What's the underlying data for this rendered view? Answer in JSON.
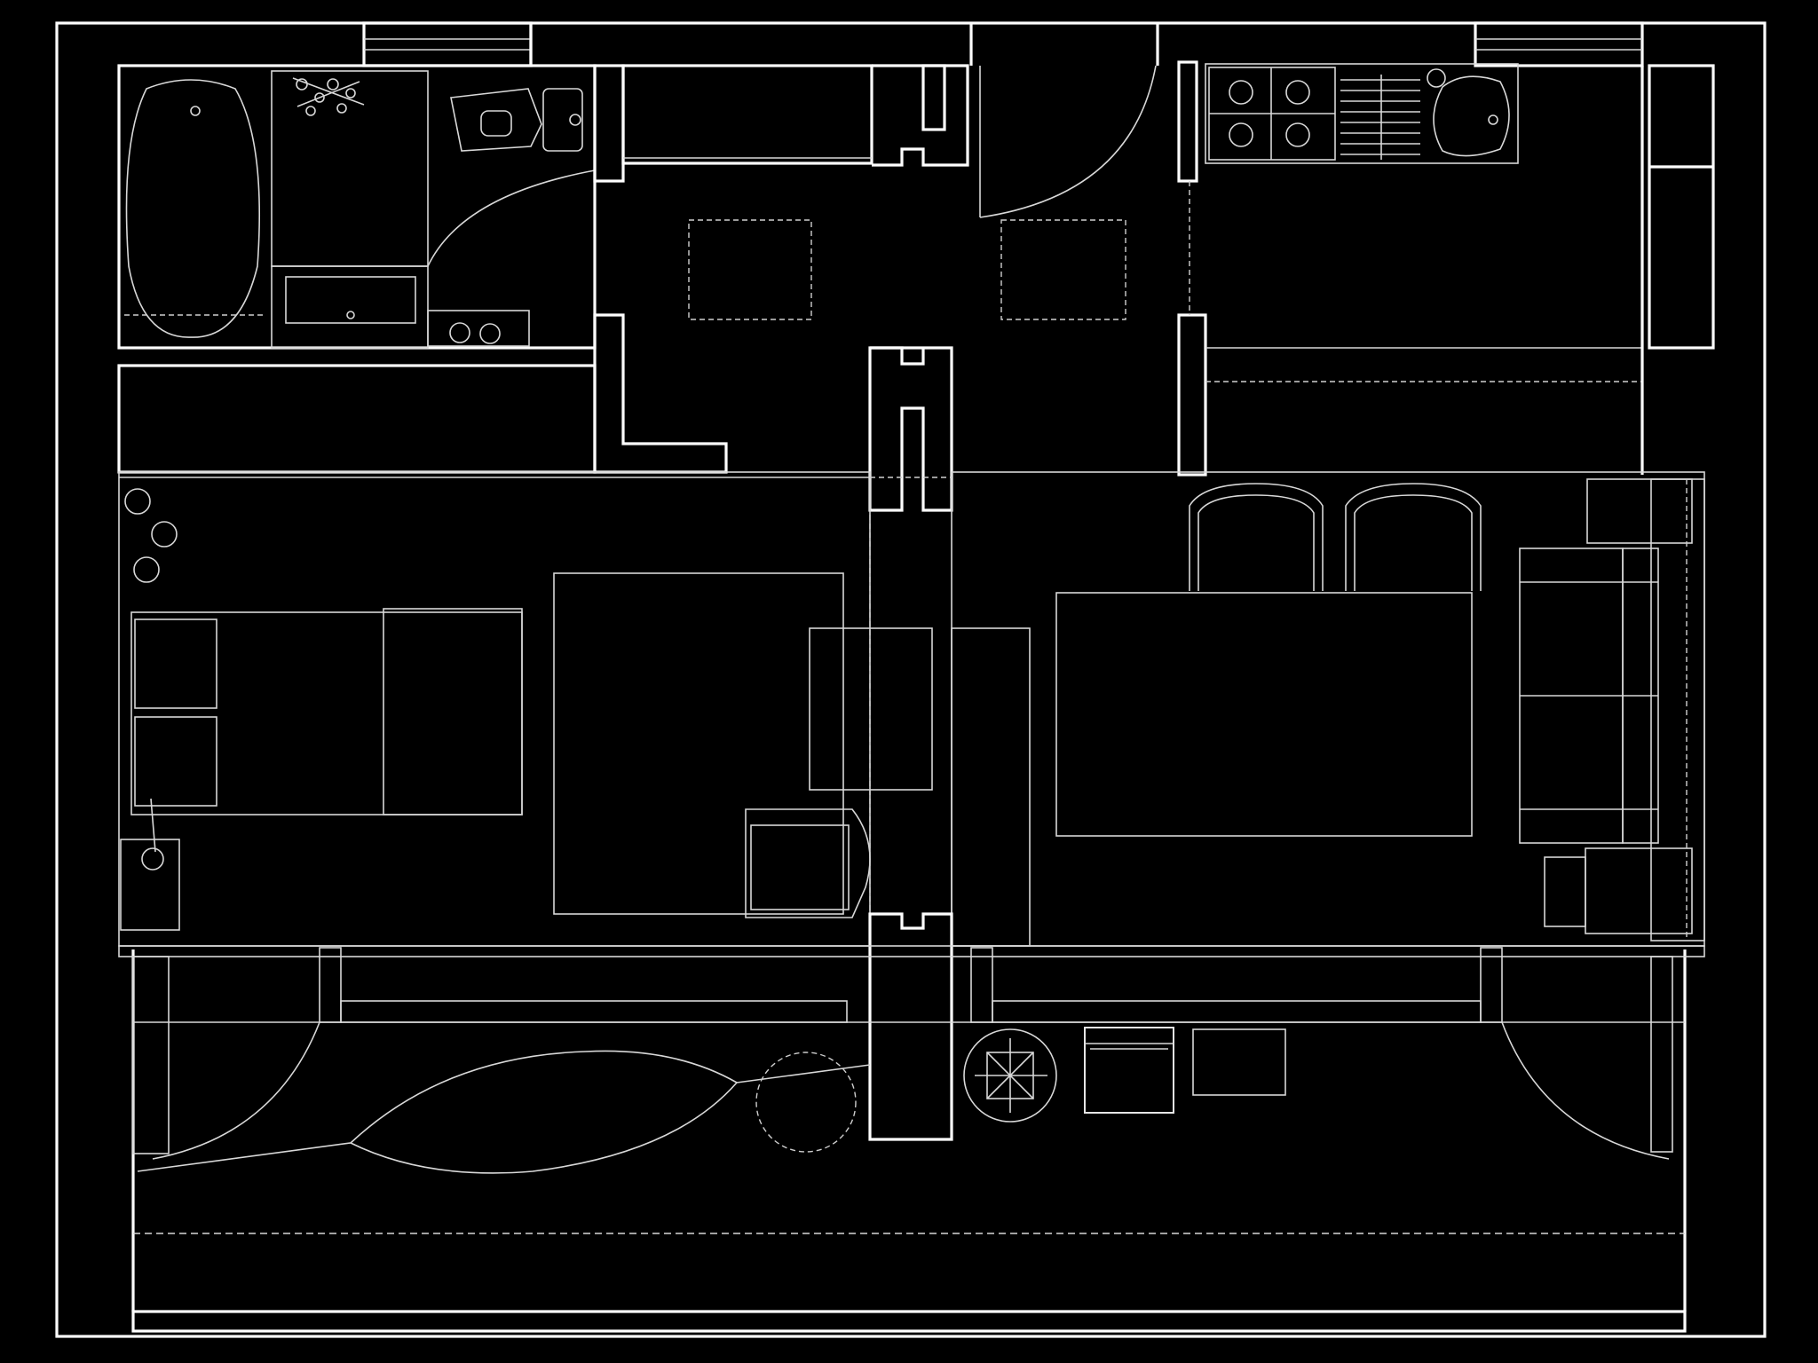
{
  "drawing": {
    "kind": "apartment floor plan",
    "line_color": "#ffffff",
    "background": "#000000"
  },
  "rooms": [
    "bathroom",
    "hallway",
    "kitchen",
    "bedroom",
    "living-dining",
    "balcony"
  ]
}
